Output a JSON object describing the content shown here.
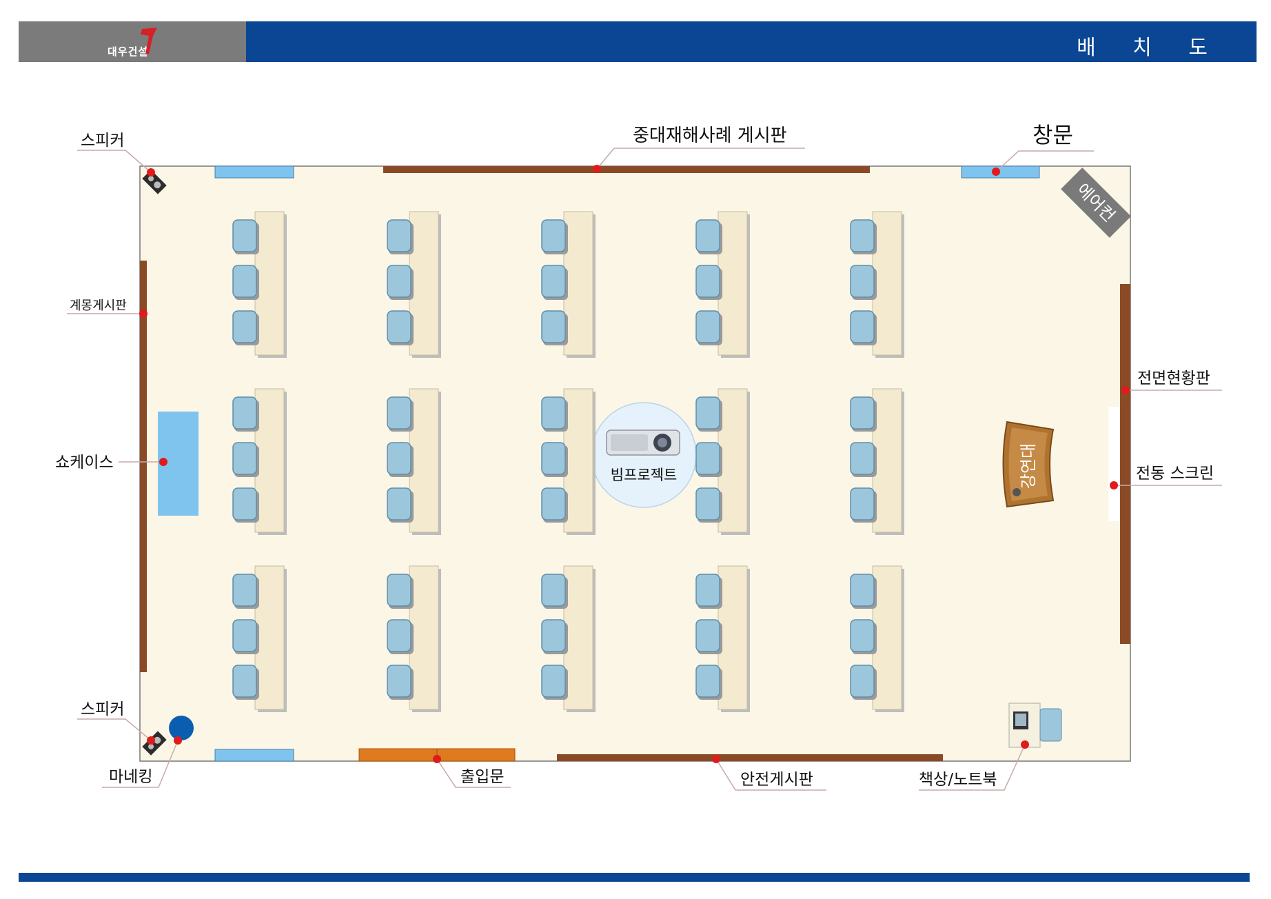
{
  "header": {
    "logo_text": "대우건설",
    "title": "배 치 도"
  },
  "colors": {
    "header_blue": "#0a4693",
    "header_gray": "#7b7b7b",
    "floor": "#fbf6e6",
    "board_brown": "#8b4a26",
    "window_blue": "#7fc4ee",
    "door_orange": "#e07a1f",
    "marker_red": "#e01b1b",
    "chair_blue": "#9cc6dc"
  },
  "labels": {
    "speaker_top": "스피커",
    "speaker_bottom": "스피커",
    "notice_board_enlightenment": "계몽게시판",
    "showcase": "쇼케이스",
    "mannequin": "마네킹",
    "accident_board": "중대재해사례 게시판",
    "window": "창문",
    "air_conditioner": "에어컨",
    "front_status_board": "전면현황판",
    "electric_screen": "전동 스크린",
    "podium": "강연대",
    "beam_projector": "빔프로젝트",
    "entrance": "출입문",
    "safety_board": "안전게시판",
    "desk_notebook": "책상/노트북"
  }
}
